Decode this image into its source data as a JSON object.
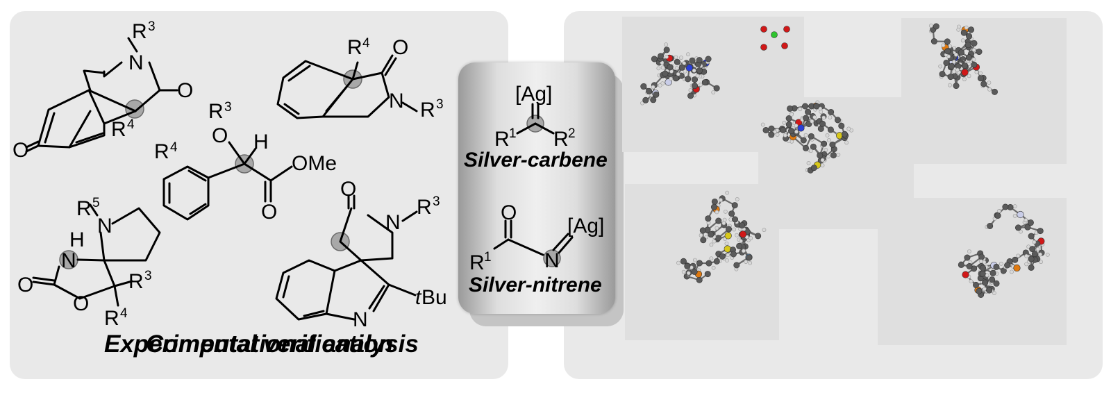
{
  "panels": {
    "left_title": "Experimental verification",
    "right_title": "Computational analysis"
  },
  "species": {
    "carbene_label": "Silver-carbene",
    "nitrene_label": "Silver-nitrene",
    "metal": "[Ag]",
    "r1": "R",
    "r1_sup": "1",
    "r2": "R",
    "r2_sup": "2",
    "nitrogen": "N",
    "oxygen": "O"
  },
  "molecules": {
    "spiro_lactam": {
      "r3": "R",
      "r3_sup": "3",
      "r4": "R",
      "r4_sup": "4",
      "n": "N",
      "o1": "O",
      "o2": "O"
    },
    "azulenone": {
      "r4": "R",
      "r4_sup": "4",
      "r3": "R",
      "r3_sup": "3",
      "o": "O",
      "n": "N"
    },
    "ester": {
      "r3": "R",
      "r3_sup": "3",
      "r4": "R",
      "r4_sup": "4",
      "o": "O",
      "h": "H",
      "ome": "OMe",
      "o2": "O"
    },
    "oxazolidinone": {
      "r5": "R",
      "r5_sup": "5",
      "n1": "N",
      "h": "H",
      "n2": "N",
      "o1": "O",
      "o2": "O",
      "r3": "R",
      "r3_sup": "3",
      "r4": "R",
      "r4_sup": "4"
    },
    "indolenine": {
      "o": "O",
      "n1": "N",
      "r3": "R",
      "r3_sup": "3",
      "n2": "N",
      "tbu_t": "t",
      "tbu": "Bu"
    }
  },
  "colors": {
    "panel_bg": "#e9e9e9",
    "carbon_atom": "#5a5a5a",
    "hydrogen_atom": "#d8d8d8",
    "oxygen_atom": "#d01818",
    "nitrogen_atom": "#2a3fd6",
    "phosphorus_atom": "#e07a10",
    "sulfur_atom": "#d8c81a",
    "fluorine_atom": "#7ab8ec",
    "chlorine_atom": "#2ec42e",
    "silver_atom": "#c9cde8"
  },
  "render_models": [
    "complex-top-left",
    "complex-top-right",
    "complex-center",
    "complex-bottom-left",
    "complex-bottom-right"
  ]
}
